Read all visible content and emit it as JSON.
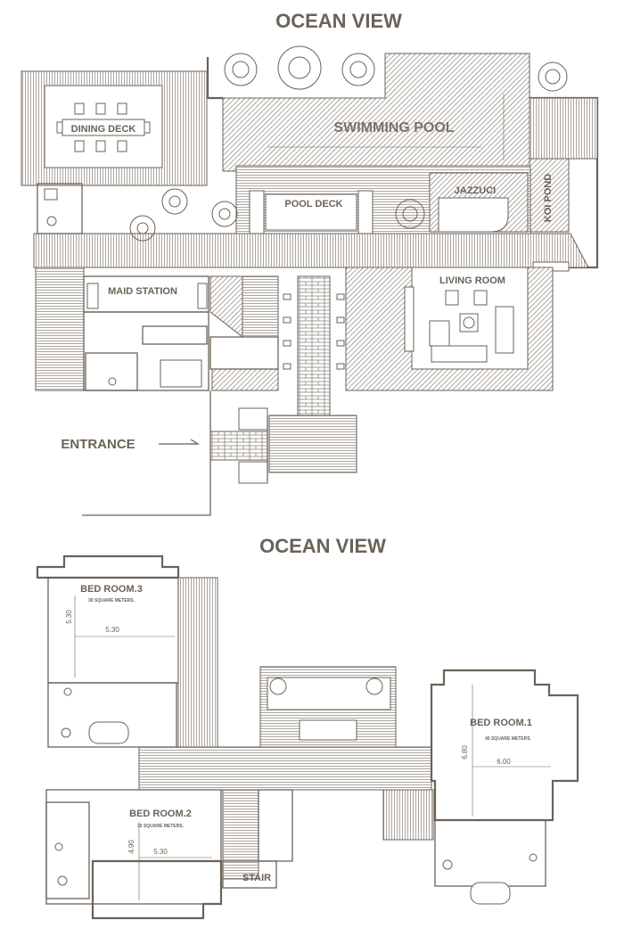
{
  "upper_plan": {
    "title": "OCEAN VIEW",
    "rooms": {
      "dining_deck": "DINING DECK",
      "swimming_pool": "SWIMMING POOL",
      "pool_deck": "POOL DECK",
      "jazzuci": "JAZZUCI",
      "koi_pond": "KOI POND",
      "maid_station": "MAID STATION",
      "living_room": "LIVING ROOM"
    },
    "entrance": "ENTRANCE"
  },
  "lower_plan": {
    "title": "OCEAN VIEW",
    "bedroom3": {
      "name": "BED ROOM.3",
      "area": "30 SQUARE METERS.",
      "dim_w": "5.30",
      "dim_h": "5.30"
    },
    "bedroom2": {
      "name": "BED ROOM.2",
      "area": "30 SQUARE METERS.",
      "dim_w": "5.30",
      "dim_h": "4.90"
    },
    "bedroom1": {
      "name": "BED ROOM.1",
      "area": "40 SQUARE METERS.",
      "dim_w": "6.00",
      "dim_h": "6.80"
    },
    "stair": "STAIR"
  },
  "colors": {
    "ink": "#6b6258",
    "hatch": "#8a8178",
    "paper": "#ffffff"
  }
}
